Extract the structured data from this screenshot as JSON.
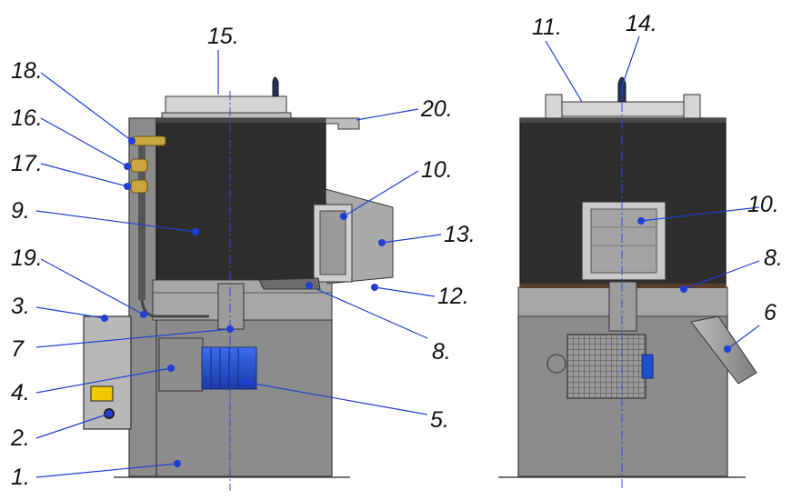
{
  "diagram": {
    "colors": {
      "wall": "#8c8c8c",
      "wall_edge": "#3a3a3a",
      "hopper": "#2e2e2e",
      "lid": "#d4d4d4",
      "motor_blue": "#1f4fd0",
      "valve_gold": "#c8a640",
      "leader": "#1f3fd6",
      "dot": "#1f3fd6",
      "centerline": "#2a4fe0",
      "panel": "#b8b8b8",
      "door": "#a9a9a9"
    },
    "labels": [
      "1.",
      "2.",
      "3.",
      "4.",
      "5.",
      "6",
      "7",
      "8.",
      "8.",
      "9.",
      "10.",
      "10.",
      "11.",
      "12.",
      "13.",
      "14.",
      "15.",
      "16.",
      "17.",
      "18.",
      "19.",
      "20."
    ]
  }
}
